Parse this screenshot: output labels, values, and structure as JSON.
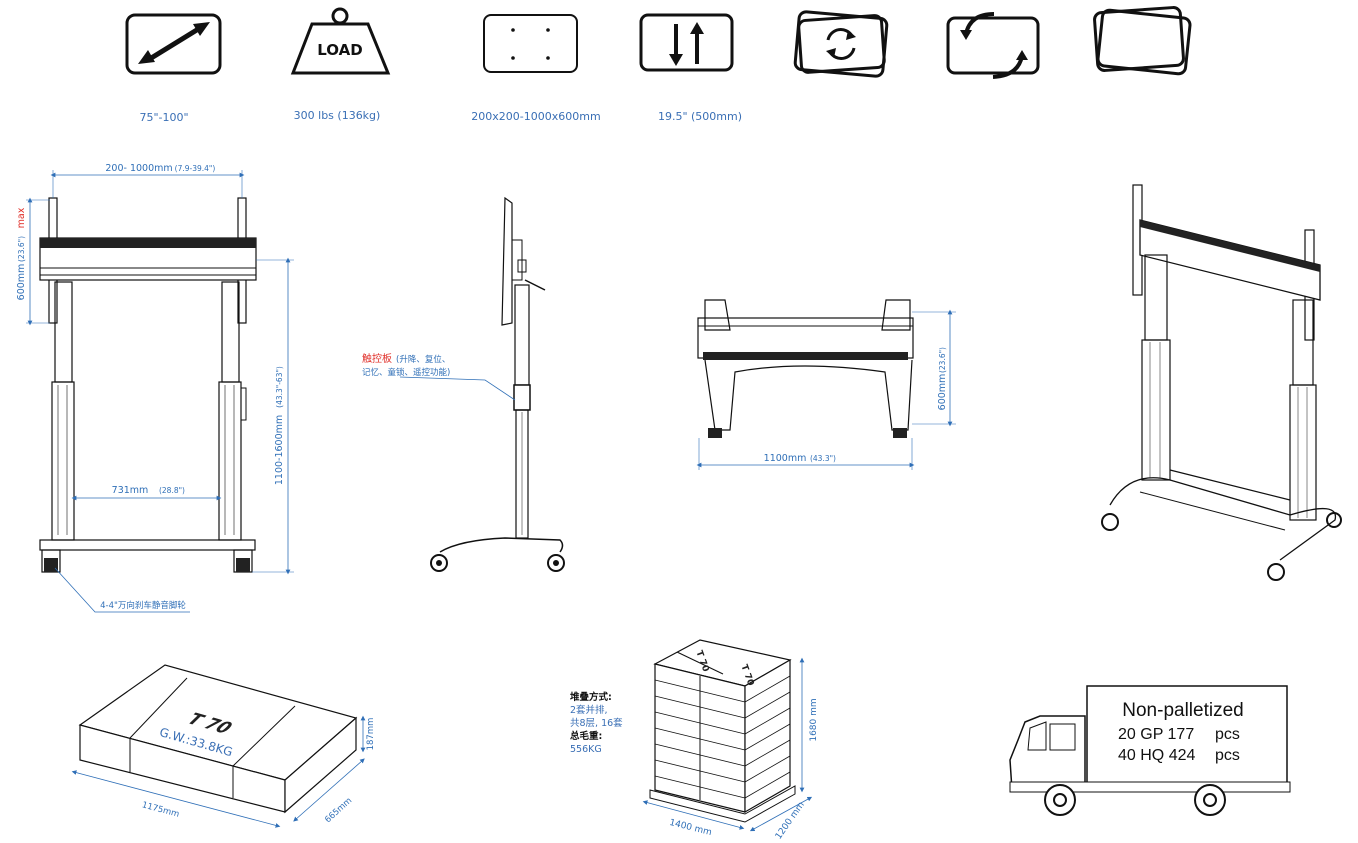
{
  "specs": [
    {
      "icon": "diagonal-size-icon",
      "value": "75\"-100\""
    },
    {
      "icon": "load-weight-icon",
      "icon_text": "LOAD",
      "value": "300 lbs (136kg)"
    },
    {
      "icon": "vesa-pattern-icon",
      "value": "200x200-1000x600mm"
    },
    {
      "icon": "height-adjust-icon",
      "value": "19.5\"   (500mm)"
    },
    {
      "icon": "rotate-icon",
      "value": ""
    },
    {
      "icon": "orientation-switch-icon",
      "value": ""
    },
    {
      "icon": "tilt-icon",
      "value": ""
    }
  ],
  "front_view": {
    "width_label": "200- 1000mm",
    "width_label_in": "(7.9-39.4\")",
    "vertical_label": "600mm",
    "vertical_label_in": "(23.6\")",
    "vertical_label_max": "max",
    "height_label": "1100-1600mm",
    "height_label_in": "(43.3\"-63\")",
    "inner_width_label": "731mm",
    "inner_width_label_in": "(28.8\")",
    "caster_note": "4-4\"万向刹车静音脚轮"
  },
  "side_view": {
    "panel_title": "触控板",
    "panel_desc_1": "(升降、复位、",
    "panel_desc_2": "记忆、童锁、遥控功能)"
  },
  "top_view": {
    "depth_label": "600mm",
    "depth_label_in": "(23.6\")",
    "width_label": "1100mm",
    "width_label_in": "(43.3\")"
  },
  "package": {
    "box_mark": "T 70",
    "gross_weight": "G.W.:33.8KG",
    "length": "1175mm",
    "width": "665mm",
    "height": "187mm"
  },
  "pallet": {
    "title": "堆叠方式:",
    "line1": "2套并排,",
    "line2": "共8层, 16套",
    "weight_title": "总毛重:",
    "weight": "556KG",
    "height": "1680 mm",
    "length": "1400 mm",
    "width": "1200 mm",
    "box_top_mark": "T 70"
  },
  "truck": {
    "line1": "Non-palletized",
    "line2_a": "20 GP 177",
    "line2_b": "pcs",
    "line3_a": "40 HQ 424",
    "line3_b": "pcs"
  }
}
